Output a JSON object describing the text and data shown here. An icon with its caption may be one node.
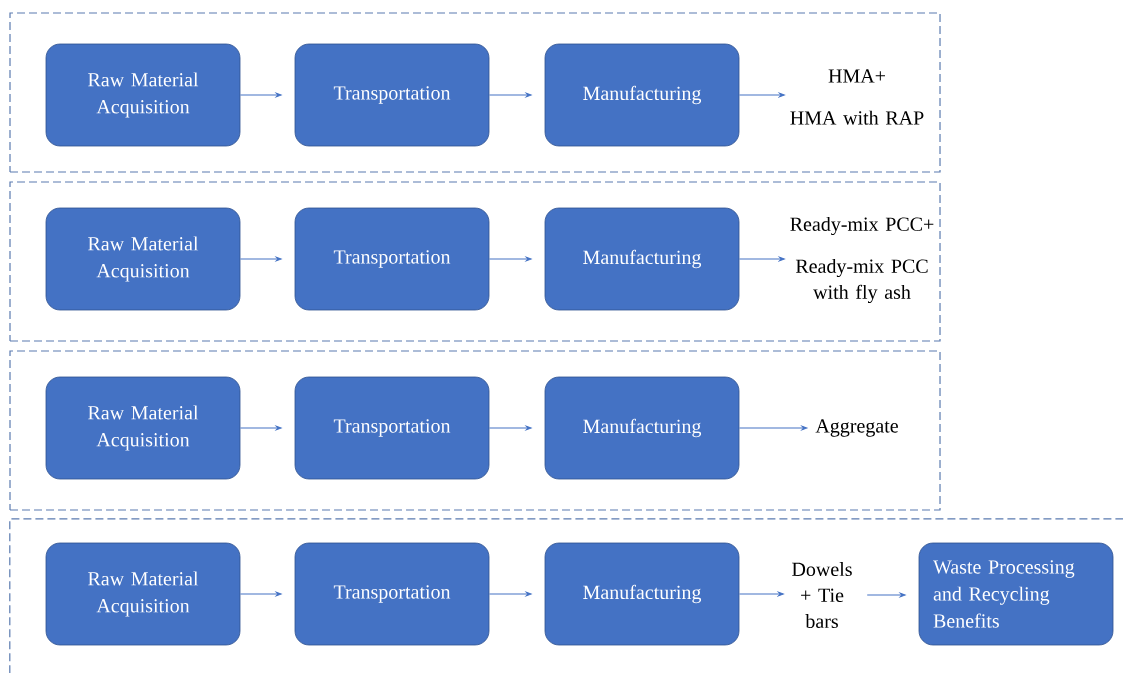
{
  "diagram": {
    "nodes": [
      {
        "text": [],
        "shape": "box"
      },
      {
        "text": [
          "Raw Material Acquisition"
        ],
        "in": 0
      },
      {
        "text": [
          "Transportation"
        ],
        "in": 0
      },
      {
        "text": [
          "Manufacturing"
        ],
        "in": 0
      },
      {
        "text": [
          "HMA+",
          "HMA with RAP"
        ],
        "in": 0
      },
      {
        "text": [],
        "shape": "box"
      },
      {
        "text": [
          "Raw Material Acquisition"
        ],
        "in": 5
      },
      {
        "text": [
          "Transportation"
        ],
        "in": 5
      },
      {
        "text": [
          "Manufacturing"
        ],
        "in": 5
      },
      {
        "text": [
          "Ready-mix PCC+",
          "Ready-mix PCC with fly ash"
        ],
        "in": 5
      },
      {
        "text": [],
        "shape": "box"
      },
      {
        "text": [
          "Raw Material Acquisition"
        ],
        "in": 10
      },
      {
        "text": [
          "Transportation"
        ],
        "in": 10
      },
      {
        "text": [
          "Manufacturing"
        ],
        "in": 10
      },
      {
        "text": [
          "Aggregate"
        ],
        "in": 10
      },
      {
        "text": [],
        "shape": "box"
      },
      {
        "text": [
          "Raw Material Acquisition"
        ],
        "in": 15
      },
      {
        "text": [
          "Transportation"
        ],
        "in": 15
      },
      {
        "text": [
          "Manufacturing"
        ],
        "in": 15
      },
      {
        "text": [
          "Dowels + Tie bars"
        ],
        "in": 15
      },
      {
        "text": [
          "Waste Processing and Recycling Benefits"
        ],
        "in": 15
      }
    ],
    "edges": [
      {
        "from": 1,
        "to": 2,
        "arrow": "to"
      },
      {
        "from": 2,
        "to": 3,
        "arrow": "to"
      },
      {
        "from": 3,
        "to": 4,
        "arrow": "to"
      },
      {
        "from": 6,
        "to": 7,
        "arrow": "to"
      },
      {
        "from": 7,
        "to": 8,
        "arrow": "to"
      },
      {
        "from": 8,
        "to": 9,
        "arrow": "to"
      },
      {
        "from": 11,
        "to": 12,
        "arrow": "to"
      },
      {
        "from": 12,
        "to": 13,
        "arrow": "to"
      },
      {
        "from": 13,
        "to": 14,
        "arrow": "to"
      },
      {
        "from": 16,
        "to": 17,
        "arrow": "to"
      },
      {
        "from": 17,
        "to": 18,
        "arrow": "to"
      },
      {
        "from": 18,
        "to": 19,
        "arrow": "to"
      },
      {
        "from": 19,
        "to": 20,
        "arrow": "to"
      }
    ]
  }
}
